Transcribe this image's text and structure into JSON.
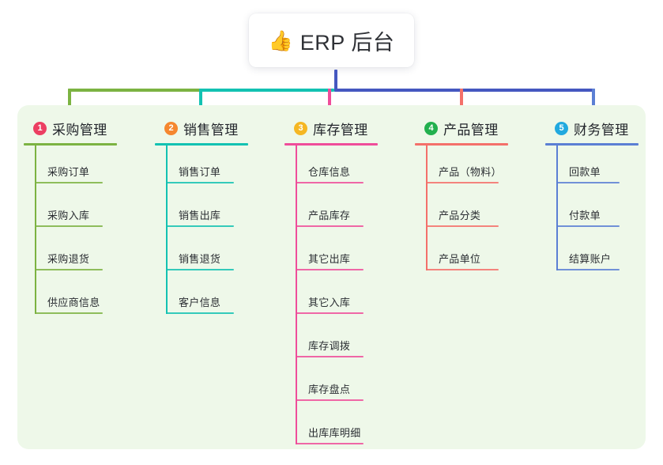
{
  "title": {
    "emoji": "👍",
    "emoji_name": "thumbs-up-icon",
    "text": "ERP 后台"
  },
  "colors": {
    "panel_background": "#eef8e9",
    "trunk": "#4558c0",
    "column_1": "#7cb342",
    "column_2": "#13c2b2",
    "column_3": "#ef4d9a",
    "column_4": "#f4706a",
    "column_5": "#5b7fd4",
    "badge_1": "#ec3f62",
    "badge_2": "#f5872f",
    "badge_3": "#f5b723",
    "badge_4": "#22b04e",
    "badge_5": "#21a9df"
  },
  "columns": [
    {
      "number": "1",
      "title": "采购管理",
      "line_color": "#7cb342",
      "badge_color": "#ec3f62",
      "items": [
        {
          "label": "采购订单"
        },
        {
          "label": "采购入库"
        },
        {
          "label": "采购退货"
        },
        {
          "label": "供应商信息"
        }
      ]
    },
    {
      "number": "2",
      "title": "销售管理",
      "line_color": "#13c2b2",
      "badge_color": "#f5872f",
      "items": [
        {
          "label": "销售订单"
        },
        {
          "label": "销售出库"
        },
        {
          "label": "销售退货"
        },
        {
          "label": "客户信息"
        }
      ]
    },
    {
      "number": "3",
      "title": "库存管理",
      "line_color": "#ef4d9a",
      "badge_color": "#f5b723",
      "items": [
        {
          "label": "仓库信息"
        },
        {
          "label": "产品库存"
        },
        {
          "label": "其它出库"
        },
        {
          "label": "其它入库"
        },
        {
          "label": "库存调拨"
        },
        {
          "label": "库存盘点"
        },
        {
          "label": "出库库明细"
        }
      ]
    },
    {
      "number": "4",
      "title": "产品管理",
      "line_color": "#f4706a",
      "badge_color": "#22b04e",
      "items": [
        {
          "label": "产品（物料）"
        },
        {
          "label": "产品分类"
        },
        {
          "label": "产品单位"
        }
      ]
    },
    {
      "number": "5",
      "title": "财务管理",
      "line_color": "#5b7fd4",
      "badge_color": "#21a9df",
      "items": [
        {
          "label": "回款单"
        },
        {
          "label": "付款单"
        },
        {
          "label": "结算账户"
        }
      ]
    }
  ]
}
